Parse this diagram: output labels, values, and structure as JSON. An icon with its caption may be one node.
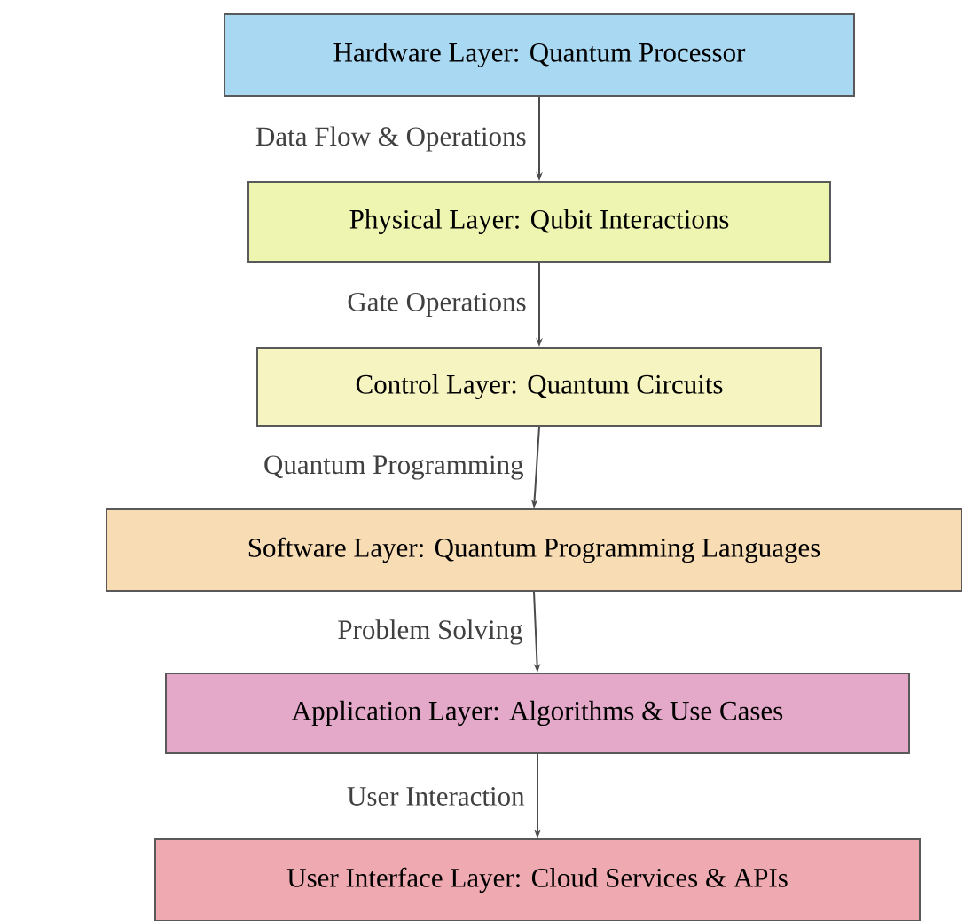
{
  "diagram": {
    "nodes": [
      {
        "text": [
          "Hardware Layer: Quantum Processor"
        ]
      },
      {
        "text": [
          "Physical Layer: Qubit Interactions"
        ]
      },
      {
        "text": [
          "Control Layer: Quantum Circuits"
        ]
      },
      {
        "text": [
          "Software Layer: Quantum Programming Languages"
        ]
      },
      {
        "text": [
          "Application Layer: Algorithms & Use Cases"
        ]
      },
      {
        "text": [
          "User Interface Layer: Cloud Services & APIs"
        ]
      }
    ],
    "edges": [
      {
        "from": 0,
        "to": 1,
        "arrow": "to",
        "label": "Data Flow & Operations"
      },
      {
        "from": 1,
        "to": 2,
        "arrow": "to",
        "label": "Gate Operations"
      },
      {
        "from": 2,
        "to": 3,
        "arrow": "to",
        "label": "Quantum Programming"
      },
      {
        "from": 3,
        "to": 4,
        "arrow": "to",
        "label": "Problem Solving"
      },
      {
        "from": 4,
        "to": 5,
        "arrow": "to",
        "label": "User Interaction"
      }
    ]
  }
}
